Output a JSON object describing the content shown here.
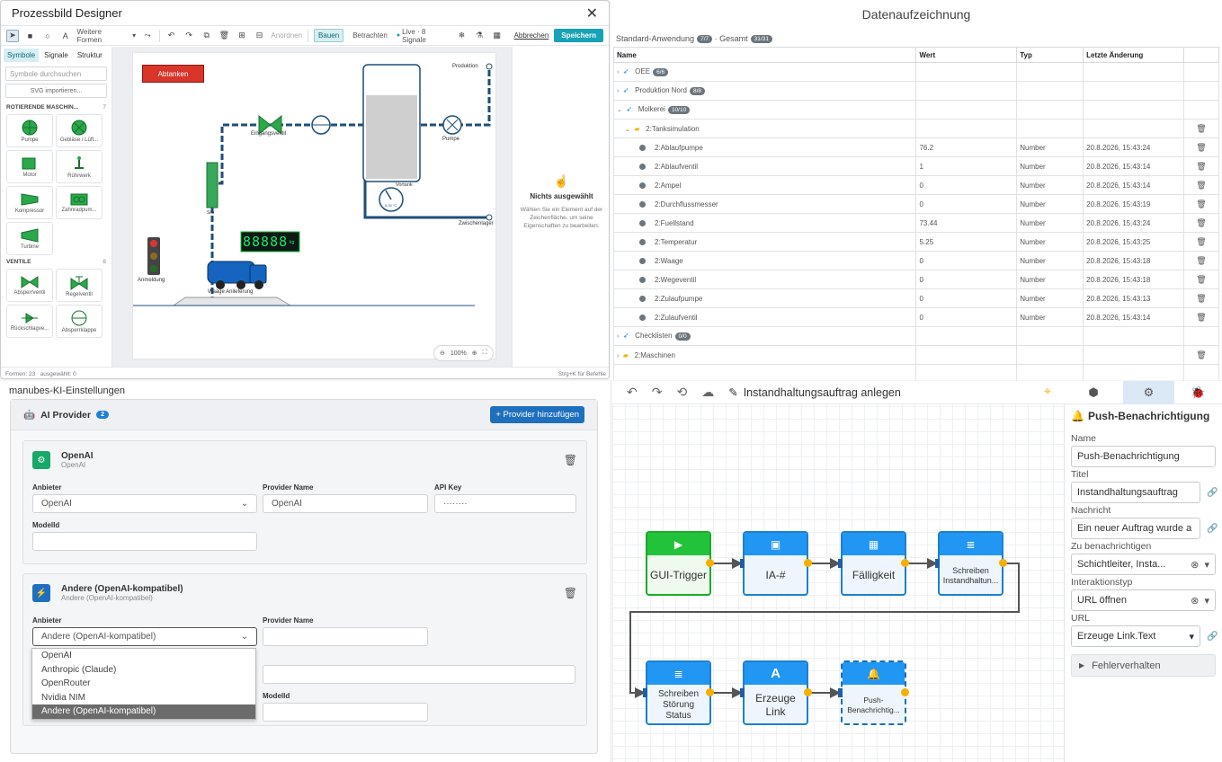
{
  "designer": {
    "title": "Prozessbild Designer",
    "toolbar": {
      "more_shapes": "Weitere Formen",
      "arrange": "Anordnen",
      "mode_build": "Bauen",
      "mode_view": "Betrachten",
      "live": "Live · 8 Signale",
      "cancel": "Abbrechen",
      "save": "Speichern"
    },
    "tabs": [
      "Symbole",
      "Signale",
      "Struktur"
    ],
    "search_placeholder": "Symbole durchsuchen",
    "svg_import": "SVG importieren...",
    "section_rotating": {
      "label": "ROTIERENDE MASCHIN...",
      "count": "7"
    },
    "rotating_symbols": [
      "Pumpe",
      "Gebläse / Lüft...",
      "Motor",
      "Rührwerk",
      "Kompressor",
      "Zahnradpum...",
      "Turbine"
    ],
    "section_valves": {
      "label": "VENTILE",
      "count": "8"
    },
    "valve_symbols": [
      "Absperrventil",
      "Regelventil",
      "Rückschlagve...",
      "Absperrklappe"
    ],
    "canvas": {
      "abtanken": "Abtanken",
      "produktion": "Produktion",
      "eingangsventil": "Eingangsventil",
      "pumpe": "Pumpe",
      "vortank": "Vortank",
      "zwischenlager": "Zwischenlager",
      "silo": "Silo",
      "anmeldung": "Anmeldung",
      "waage": "Waage Anlieferung",
      "display": "88888",
      "display_unit": "kg",
      "gauge": "5.25 °C",
      "zoom": "100%"
    },
    "inspector": {
      "title": "Nichts ausgewählt",
      "text": "Wählen Sie ein Element auf der Zeichenfläche, um seine Eigenschaften zu bearbeiten."
    },
    "status": {
      "shapes": "Formen: 23",
      "selected": "ausgewählt: 0",
      "hint": "Strg+K für Befehle"
    }
  },
  "recording": {
    "title": "Datenaufzeichnung",
    "breadcrumb": {
      "app": "Standard-Anwendung",
      "app_badge": "7/7",
      "sep": "·",
      "total": "Gesamt",
      "total_badge": "31/31"
    },
    "columns": [
      "Name",
      "Wert",
      "Typ",
      "Letzte Änderung"
    ],
    "groups": [
      {
        "name": "OEE",
        "badge": "6/6"
      },
      {
        "name": "Produktion Nord",
        "badge": "8/8"
      },
      {
        "name": "Molkerei",
        "badge": "10/10"
      }
    ],
    "folder": "2:Tanksimulation",
    "rows": [
      {
        "name": "2:Ablaufpumpe",
        "value": "76.2",
        "type": "Number",
        "changed": "20.8.2026, 15:43:24"
      },
      {
        "name": "2:Ablaufventil",
        "value": "1",
        "type": "Number",
        "changed": "20.8.2026, 15:43:14"
      },
      {
        "name": "2:Ampel",
        "value": "0",
        "type": "Number",
        "changed": "20.8.2026, 15:43:14"
      },
      {
        "name": "2:Durchflussmesser",
        "value": "0",
        "type": "Number",
        "changed": "20.8.2026, 15:43:19"
      },
      {
        "name": "2:Fuellstand",
        "value": "73.44",
        "type": "Number",
        "changed": "20.8.2026, 15:43:24"
      },
      {
        "name": "2:Temperatur",
        "value": "5.25",
        "type": "Number",
        "changed": "20.8.2026, 15:43:25"
      },
      {
        "name": "2:Waage",
        "value": "0",
        "type": "Number",
        "changed": "20.8.2026, 15:43:18"
      },
      {
        "name": "2:Wegeventil",
        "value": "0",
        "type": "Number",
        "changed": "20.8.2026, 15:43:18"
      },
      {
        "name": "2:Zulaufpumpe",
        "value": "0",
        "type": "Number",
        "changed": "20.8.2026, 15:43:13"
      },
      {
        "name": "2:Zulaufventil",
        "value": "0",
        "type": "Number",
        "changed": "20.8.2026, 15:43:14"
      }
    ],
    "checklists": {
      "name": "Checklisten",
      "badge": "0/0"
    },
    "machines": "2:Maschinen"
  },
  "ki": {
    "heading": "manubes-KI-Einstellungen",
    "card_title": "AI Provider",
    "card_badge": "2",
    "add_button": "+ Provider hinzufügen",
    "openai": {
      "name": "OpenAI",
      "sub": "OpenAI",
      "anbieter_label": "Anbieter",
      "anbieter_value": "OpenAI",
      "provider_name_label": "Provider Name",
      "provider_name_value": "OpenAI",
      "api_key_label": "API Key",
      "api_key_value": "········",
      "model_label": "ModelId",
      "model_value": ""
    },
    "other": {
      "name": "Andere (OpenAI-kompatibel)",
      "sub": "Andere (OpenAI-kompatibel)",
      "anbieter_label": "Anbieter",
      "anbieter_value": "Andere (OpenAI-kompatibel)",
      "provider_name_label": "Provider Name",
      "model_label": "ModelId"
    },
    "dropdown_options": [
      "OpenAI",
      "Anthropic (Claude)",
      "OpenRouter",
      "Nvidia NIM",
      "Andere (OpenAI-kompatibel)"
    ]
  },
  "workflow": {
    "title": "Instandhaltungsauftrag anlegen",
    "nodes": {
      "trigger": "GUI-Trigger",
      "ia": "IA-#",
      "faelligkeit": "Fälligkeit",
      "schreiben_ih": "Schreiben Instandhaltun...",
      "schreiben_st": "Schreiben Störung Status",
      "link": "Erzeuge Link",
      "push": "Push-Benachrichtig..."
    },
    "panel": {
      "title": "Push-Benachrichtigung",
      "name_label": "Name",
      "name_value": "Push-Benachrichtigung",
      "titel_label": "Titel",
      "titel_value": "Instandhaltungsauftrag",
      "nachricht_label": "Nachricht",
      "nachricht_value": "Ein neuer Auftrag wurde a",
      "zu_label": "Zu benachrichtigen",
      "zu_value": "Schichtleiter, Insta...",
      "interaktion_label": "Interaktionstyp",
      "interaktion_value": "URL öffnen",
      "url_label": "URL",
      "url_value": "Erzeuge Link.Text",
      "fehler": "Fehlerverhalten"
    }
  },
  "colors": {
    "teal": "#17a2b8",
    "primary": "#1f7fd0",
    "danger": "#dc3545",
    "trigger": "#22c33a",
    "port": "#f5b000"
  }
}
